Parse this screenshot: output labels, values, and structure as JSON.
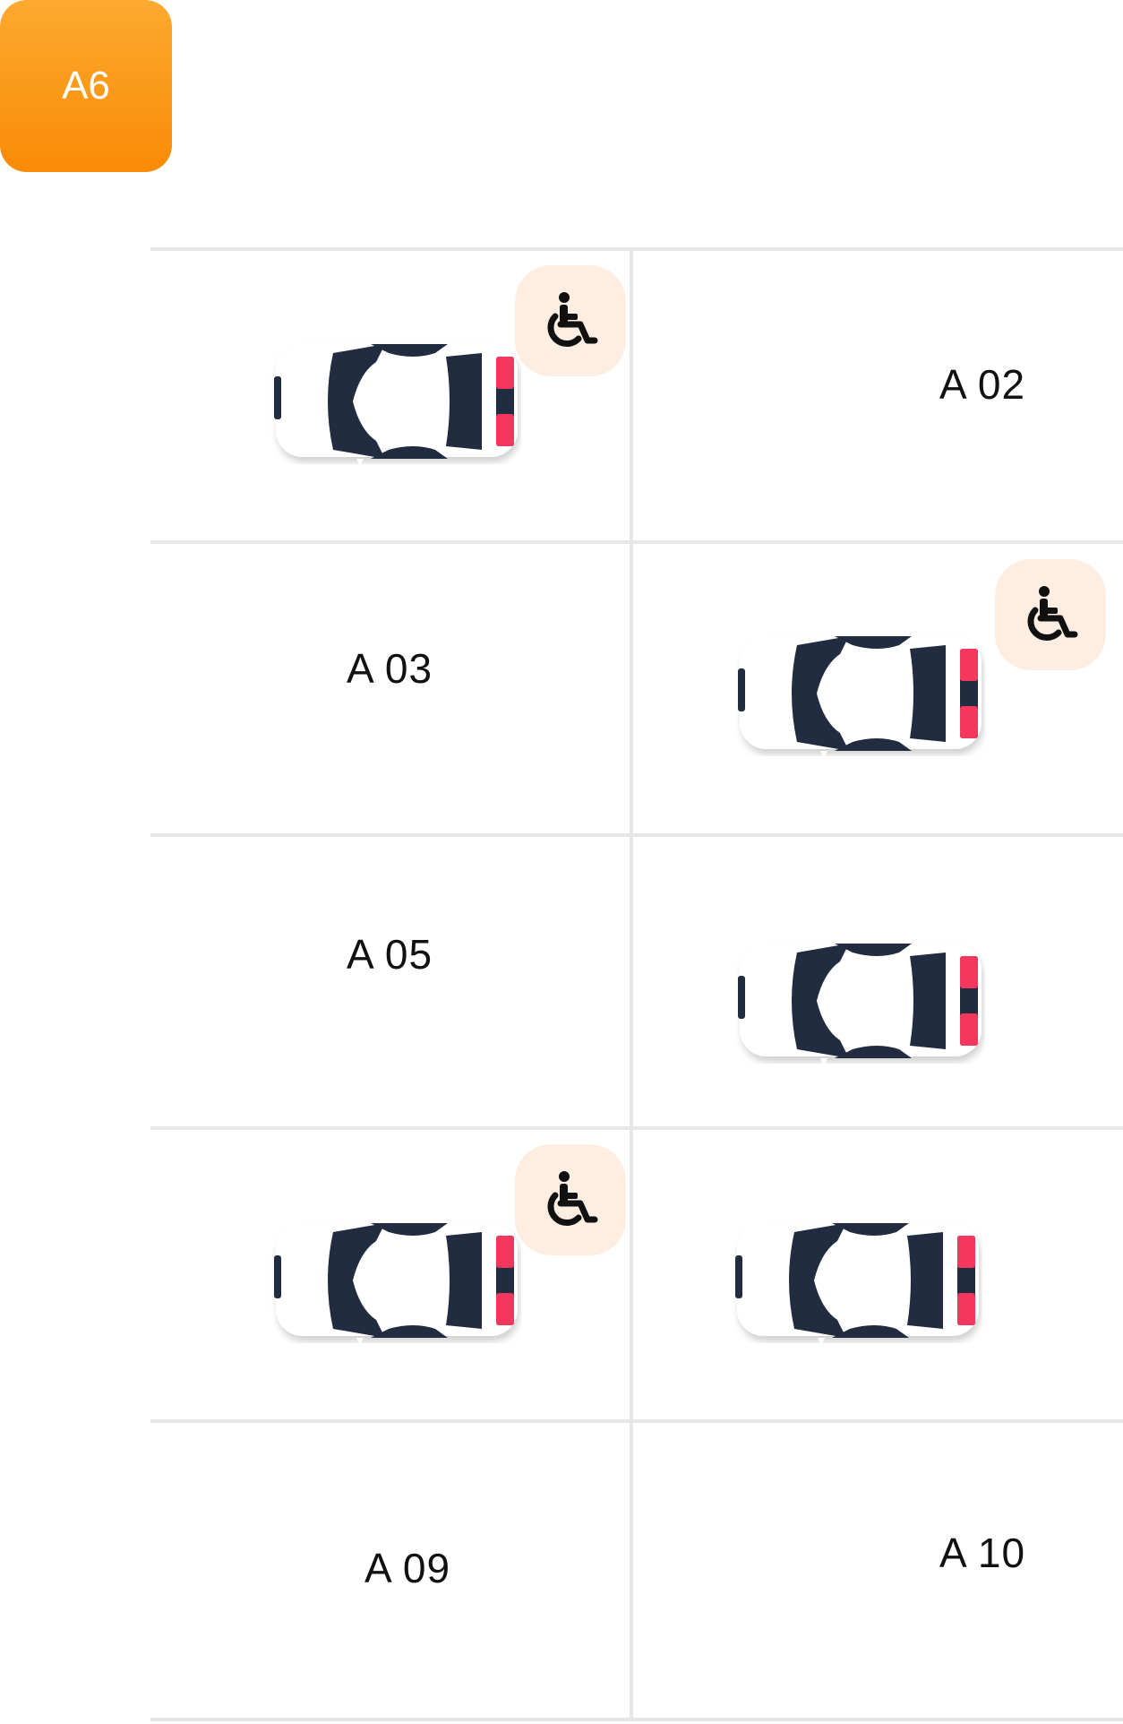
{
  "zone": {
    "label": "A6",
    "color": "#f98b06"
  },
  "spots": [
    {
      "id": "A 01",
      "label": "",
      "occupied": true,
      "accessible": true
    },
    {
      "id": "A 02",
      "label": "A 02",
      "occupied": false,
      "accessible": false
    },
    {
      "id": "A 03",
      "label": "A 03",
      "occupied": false,
      "accessible": false
    },
    {
      "id": "A 04",
      "label": "",
      "occupied": true,
      "accessible": true
    },
    {
      "id": "A 05",
      "label": "A 05",
      "occupied": false,
      "accessible": false
    },
    {
      "id": "A 06",
      "label": "",
      "occupied": true,
      "accessible": false
    },
    {
      "id": "A 07",
      "label": "",
      "occupied": true,
      "accessible": true
    },
    {
      "id": "A 08",
      "label": "",
      "occupied": true,
      "accessible": false
    },
    {
      "id": "A 09",
      "label": "A 09",
      "occupied": false,
      "accessible": false
    },
    {
      "id": "A 10",
      "label": "A 10",
      "occupied": false,
      "accessible": false
    }
  ],
  "icons": {
    "car": "car-top-view-icon",
    "accessible": "wheelchair-icon"
  },
  "colors": {
    "car_body": "#ffffff",
    "car_glass": "#222c40",
    "tail_light": "#f4375c",
    "accessible_badge_bg": "#fdeee1",
    "divider": "#e6e6e6"
  }
}
